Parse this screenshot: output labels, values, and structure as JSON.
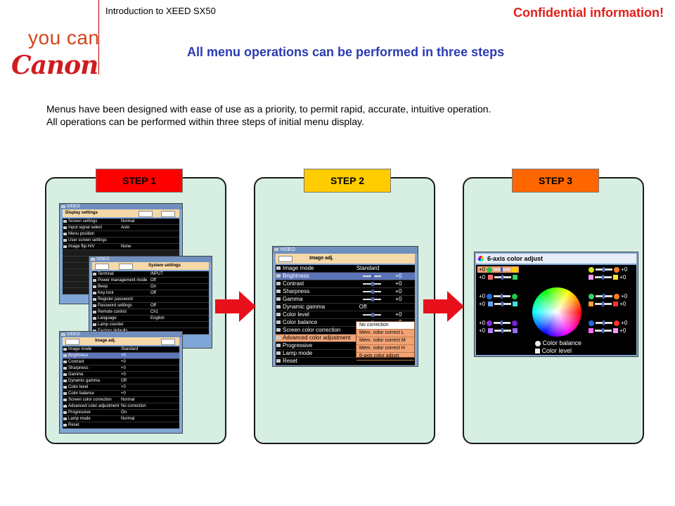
{
  "header": {
    "logo_tagline": "you can",
    "logo_brand": "Canon",
    "intro": "Introduction to XEED SX50",
    "confidential": "Confidential information!",
    "title": "All menu operations can be performed in three steps"
  },
  "description": {
    "line1": "Menus have been designed with ease of use as a priority, to permit rapid, accurate, intuitive operation.",
    "line2": "All operations can be performed within three steps of initial menu display."
  },
  "steps": [
    {
      "label": "STEP 1",
      "color": "#ff0000"
    },
    {
      "label": "STEP 2",
      "color": "#ffcc00"
    },
    {
      "label": "STEP 3",
      "color": "#ff6600"
    }
  ],
  "colors": {
    "panel_bg": "#d6efe2",
    "arrow": "#e8101a",
    "title_blue": "#2b3bb2",
    "step1": "#ff0000",
    "step2": "#ffcc00",
    "step3": "#ff6600"
  },
  "menus": {
    "window_title": "VIDEO",
    "display": {
      "title": "Display settings",
      "rows": [
        {
          "label": "Screen settings",
          "value": "Normal"
        },
        {
          "label": "Input signal select",
          "value": "Auto"
        },
        {
          "label": "Menu position",
          "value": ""
        },
        {
          "label": "User screen settings",
          "value": ""
        },
        {
          "label": "Image flip H/V",
          "value": "None"
        }
      ]
    },
    "system": {
      "title": "System settings",
      "rows": [
        {
          "label": "Terminal",
          "value": "INPUT"
        },
        {
          "label": "Power management mode",
          "value": "Off"
        },
        {
          "label": "Beep",
          "value": "On"
        },
        {
          "label": "Key lock",
          "value": "Off"
        },
        {
          "label": "Register password",
          "value": ""
        },
        {
          "label": "Password settings",
          "value": "Off"
        },
        {
          "label": "Remote control",
          "value": "Ch1"
        },
        {
          "label": "Language",
          "value": "English"
        },
        {
          "label": "Lamp counter",
          "value": ""
        },
        {
          "label": "Factory defaults",
          "value": ""
        }
      ]
    },
    "image_small": {
      "title": "Image adj.",
      "rows": [
        {
          "label": "Image mode",
          "value": "Standard"
        },
        {
          "label": "Brightness",
          "value": "+0"
        },
        {
          "label": "Contrast",
          "value": "+0"
        },
        {
          "label": "Sharpness",
          "value": "+0"
        },
        {
          "label": "Gamma",
          "value": "+0"
        },
        {
          "label": "Dynamic gamma",
          "value": "Off"
        },
        {
          "label": "Color level",
          "value": "+0"
        },
        {
          "label": "Color balance",
          "value": "+0"
        },
        {
          "label": "Screen color correction",
          "value": "Normal"
        },
        {
          "label": "Advanced color adjustment",
          "value": "No correction"
        },
        {
          "label": "Progressive",
          "value": "On"
        },
        {
          "label": "Lamp mode",
          "value": "Normal"
        },
        {
          "label": "Reset",
          "value": ""
        }
      ]
    },
    "image_big": {
      "title": "Image adj.",
      "rows": [
        {
          "label": "Image mode",
          "value": "Standard"
        },
        {
          "label": "Brightness",
          "value": "+0"
        },
        {
          "label": "Contrast",
          "value": "+0"
        },
        {
          "label": "Sharpness",
          "value": "+0"
        },
        {
          "label": "Gamma",
          "value": "+0"
        },
        {
          "label": "Dynamic gamma",
          "value": "Off"
        },
        {
          "label": "Color level",
          "value": "+0"
        },
        {
          "label": "Color balance",
          "value": "+0"
        },
        {
          "label": "Screen color correction",
          "value": ""
        },
        {
          "label": "Advanced color adjustment",
          "value": ""
        },
        {
          "label": "Progressive",
          "value": ""
        },
        {
          "label": "Lamp mode",
          "value": ""
        },
        {
          "label": "Reset",
          "value": ""
        }
      ],
      "submenu": [
        "No correction",
        "Mem. color correct L",
        "Mem. color correct M",
        "Mem. color correct H",
        "6-axis color adjust"
      ]
    },
    "six_axis": {
      "title": "6-axis color adjust",
      "value": "+0",
      "legend": [
        "Color balance",
        "Color level"
      ]
    }
  }
}
